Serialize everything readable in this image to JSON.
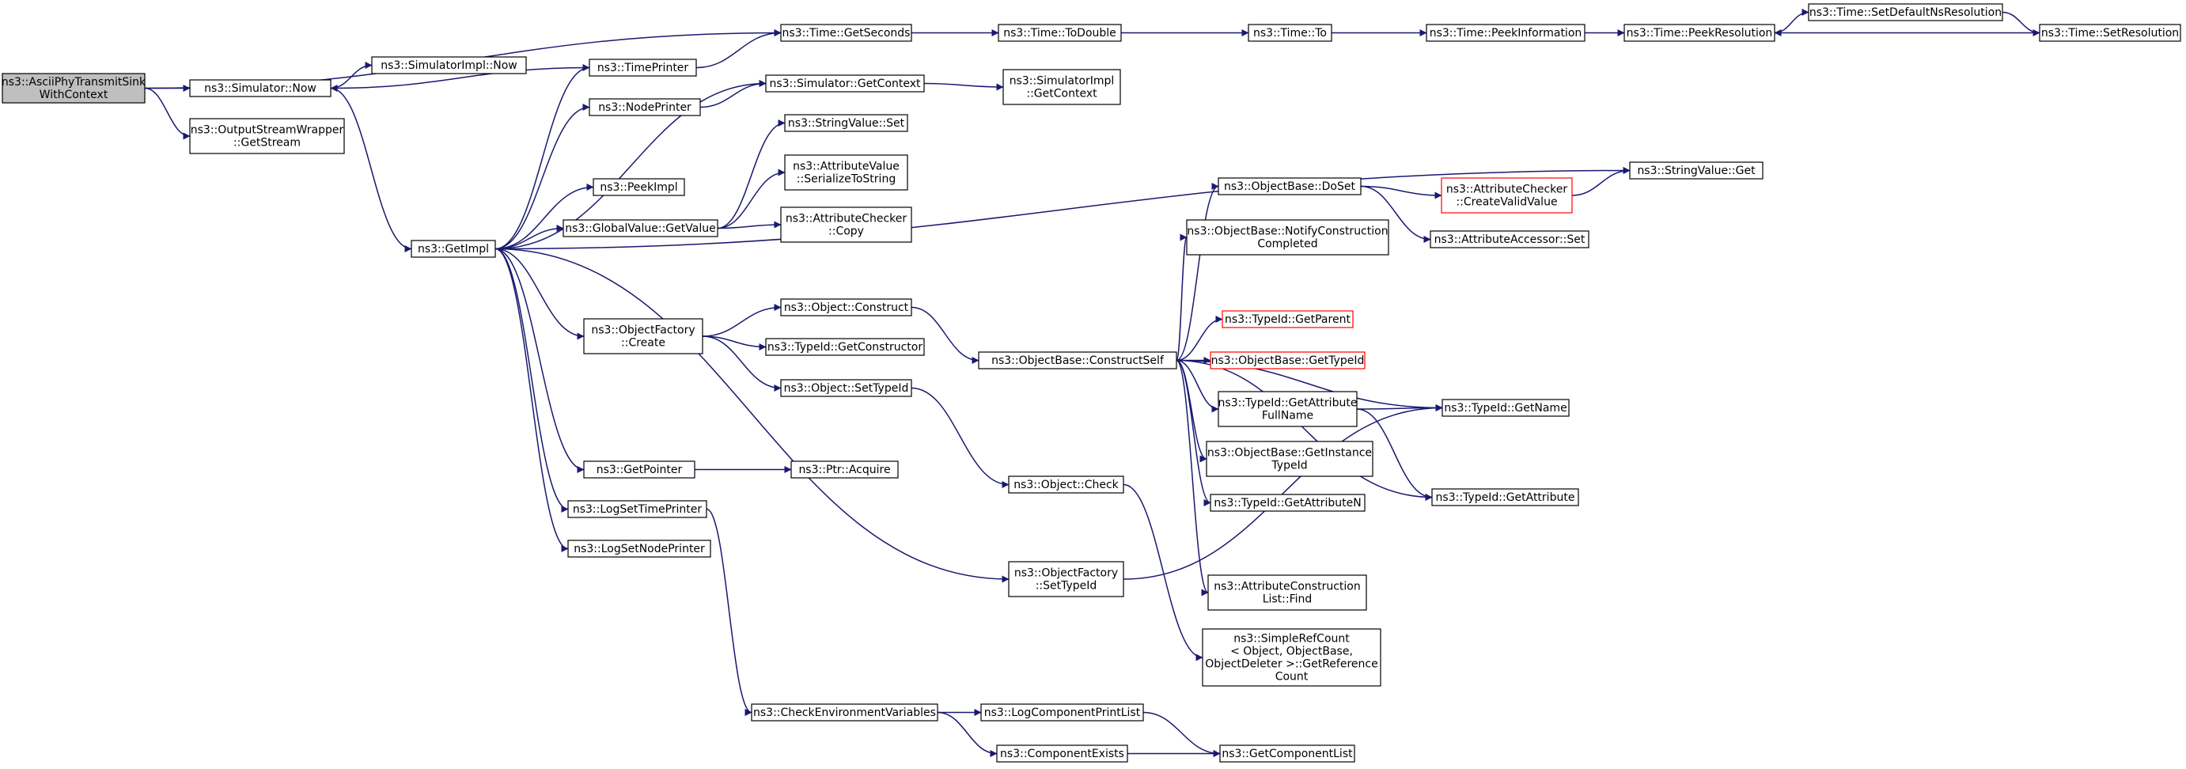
{
  "colors": {
    "edge": "#191970",
    "border": "#000000",
    "border_incomplete": "#ff0000",
    "fill": "#ffffff",
    "fill_root": "#bfbfbf",
    "text": "#000000"
  },
  "nodes": [
    {
      "id": "root",
      "lines": [
        "ns3::AsciiPhyTransmitSink",
        "WithContext"
      ],
      "root": true
    },
    {
      "id": "simnow",
      "lines": [
        "ns3::Simulator::Now"
      ]
    },
    {
      "id": "osw",
      "lines": [
        "ns3::OutputStreamWrapper",
        "::GetStream"
      ]
    },
    {
      "id": "simimplnow",
      "lines": [
        "ns3::SimulatorImpl::Now"
      ]
    },
    {
      "id": "getimpl",
      "lines": [
        "ns3::GetImpl"
      ]
    },
    {
      "id": "timeprinter",
      "lines": [
        "ns3::TimePrinter"
      ]
    },
    {
      "id": "nodeprinter",
      "lines": [
        "ns3::NodePrinter"
      ]
    },
    {
      "id": "peekimpl",
      "lines": [
        "ns3::PeekImpl"
      ]
    },
    {
      "id": "gvget",
      "lines": [
        "ns3::GlobalValue::GetValue"
      ]
    },
    {
      "id": "ofcreate",
      "lines": [
        "ns3::ObjectFactory",
        "::Create"
      ]
    },
    {
      "id": "getpointer",
      "lines": [
        "ns3::GetPointer"
      ]
    },
    {
      "id": "logsettime",
      "lines": [
        "ns3::LogSetTimePrinter"
      ]
    },
    {
      "id": "logsetnode",
      "lines": [
        "ns3::LogSetNodePrinter"
      ]
    },
    {
      "id": "getseconds",
      "lines": [
        "ns3::Time::GetSeconds"
      ]
    },
    {
      "id": "todouble",
      "lines": [
        "ns3::Time::ToDouble"
      ]
    },
    {
      "id": "to",
      "lines": [
        "ns3::Time::To"
      ]
    },
    {
      "id": "peekinfo",
      "lines": [
        "ns3::Time::PeekInformation"
      ]
    },
    {
      "id": "peekres",
      "lines": [
        "ns3::Time::PeekResolution"
      ]
    },
    {
      "id": "setdefres",
      "lines": [
        "ns3::Time::SetDefaultNsResolution"
      ]
    },
    {
      "id": "setres",
      "lines": [
        "ns3::Time::SetResolution"
      ]
    },
    {
      "id": "simgetctx",
      "lines": [
        "ns3::Simulator::GetContext"
      ]
    },
    {
      "id": "simimplctx",
      "lines": [
        "ns3::SimulatorImpl",
        "::GetContext"
      ]
    },
    {
      "id": "svset",
      "lines": [
        "ns3::StringValue::Set"
      ]
    },
    {
      "id": "avser",
      "lines": [
        "ns3::AttributeValue",
        "::SerializeToString"
      ]
    },
    {
      "id": "accopy",
      "lines": [
        "ns3::AttributeChecker",
        "::Copy"
      ]
    },
    {
      "id": "svget",
      "lines": [
        "ns3::StringValue::Get"
      ]
    },
    {
      "id": "objconstruct",
      "lines": [
        "ns3::Object::Construct"
      ]
    },
    {
      "id": "getctor",
      "lines": [
        "ns3::TypeId::GetConstructor"
      ]
    },
    {
      "id": "settypeid",
      "lines": [
        "ns3::Object::SetTypeId"
      ]
    },
    {
      "id": "ptracq",
      "lines": [
        "ns3::Ptr::Acquire"
      ]
    },
    {
      "id": "checkenv",
      "lines": [
        "ns3::CheckEnvironmentVariables"
      ]
    },
    {
      "id": "constructself",
      "lines": [
        "ns3::ObjectBase::ConstructSelf"
      ]
    },
    {
      "id": "objcheck",
      "lines": [
        "ns3::Object::Check"
      ]
    },
    {
      "id": "ofsettypeid",
      "lines": [
        "ns3::ObjectFactory",
        "::SetTypeId"
      ]
    },
    {
      "id": "logcompprint",
      "lines": [
        "ns3::LogComponentPrintList"
      ]
    },
    {
      "id": "compexists",
      "lines": [
        "ns3::ComponentExists"
      ]
    },
    {
      "id": "doset",
      "lines": [
        "ns3::ObjectBase::DoSet"
      ]
    },
    {
      "id": "notifyconst",
      "lines": [
        "ns3::ObjectBase::NotifyConstruction",
        "Completed"
      ]
    },
    {
      "id": "getparent",
      "lines": [
        "ns3::TypeId::GetParent"
      ],
      "incomplete": true
    },
    {
      "id": "obgettypeid",
      "lines": [
        "ns3::ObjectBase::GetTypeId"
      ],
      "incomplete": true
    },
    {
      "id": "getattrfull",
      "lines": [
        "ns3::TypeId::GetAttribute",
        "FullName"
      ]
    },
    {
      "id": "getinsttypeid",
      "lines": [
        "ns3::ObjectBase::GetInstance",
        "TypeId"
      ]
    },
    {
      "id": "getattrn",
      "lines": [
        "ns3::TypeId::GetAttributeN"
      ]
    },
    {
      "id": "acfind",
      "lines": [
        "ns3::AttributeConstruction",
        "List::Find"
      ]
    },
    {
      "id": "simplerefcount",
      "lines": [
        "ns3::SimpleRefCount",
        "< Object, ObjectBase,",
        "ObjectDeleter >::GetReference",
        "Count"
      ]
    },
    {
      "id": "acvalid",
      "lines": [
        "ns3::AttributeChecker",
        "::CreateValidValue"
      ],
      "incomplete": true
    },
    {
      "id": "aaset",
      "lines": [
        "ns3::AttributeAccessor::Set"
      ]
    },
    {
      "id": "getname",
      "lines": [
        "ns3::TypeId::GetName"
      ]
    },
    {
      "id": "getattr",
      "lines": [
        "ns3::TypeId::GetAttribute"
      ]
    },
    {
      "id": "getcomplist",
      "lines": [
        "ns3::GetComponentList"
      ]
    }
  ],
  "edges": [
    [
      "root",
      "getseconds"
    ],
    [
      "root",
      "simnow"
    ],
    [
      "root",
      "osw"
    ],
    [
      "simnow",
      "simimplnow"
    ],
    [
      "simnow",
      "getimpl"
    ],
    [
      "timeprinter",
      "simnow"
    ],
    [
      "timeprinter",
      "getseconds"
    ],
    [
      "getimpl",
      "timeprinter"
    ],
    [
      "getimpl",
      "nodeprinter"
    ],
    [
      "getimpl",
      "simgetctx"
    ],
    [
      "getimpl",
      "peekimpl"
    ],
    [
      "getimpl",
      "gvget"
    ],
    [
      "getimpl",
      "svget"
    ],
    [
      "getimpl",
      "ofcreate"
    ],
    [
      "getimpl",
      "ofsettypeid"
    ],
    [
      "getimpl",
      "getpointer"
    ],
    [
      "getimpl",
      "logsettime"
    ],
    [
      "getimpl",
      "logsetnode"
    ],
    [
      "getseconds",
      "todouble"
    ],
    [
      "todouble",
      "to"
    ],
    [
      "to",
      "peekinfo"
    ],
    [
      "peekinfo",
      "peekres"
    ],
    [
      "peekres",
      "setdefres"
    ],
    [
      "setdefres",
      "setres"
    ],
    [
      "setres",
      "peekres"
    ],
    [
      "nodeprinter",
      "simgetctx"
    ],
    [
      "simgetctx",
      "simimplctx"
    ],
    [
      "gvget",
      "svset"
    ],
    [
      "gvget",
      "avser"
    ],
    [
      "gvget",
      "accopy"
    ],
    [
      "ofcreate",
      "objconstruct"
    ],
    [
      "ofcreate",
      "getctor"
    ],
    [
      "ofcreate",
      "settypeid"
    ],
    [
      "objconstruct",
      "constructself"
    ],
    [
      "settypeid",
      "objcheck"
    ],
    [
      "getpointer",
      "ptracq"
    ],
    [
      "logsettime",
      "checkenv"
    ],
    [
      "checkenv",
      "logcompprint"
    ],
    [
      "checkenv",
      "compexists"
    ],
    [
      "logcompprint",
      "getcomplist"
    ],
    [
      "compexists",
      "getcomplist"
    ],
    [
      "objcheck",
      "simplerefcount"
    ],
    [
      "ofsettypeid",
      "getname"
    ],
    [
      "constructself",
      "doset"
    ],
    [
      "constructself",
      "notifyconst"
    ],
    [
      "constructself",
      "getname"
    ],
    [
      "constructself",
      "getparent"
    ],
    [
      "constructself",
      "obgettypeid"
    ],
    [
      "constructself",
      "getattrfull"
    ],
    [
      "constructself",
      "getinsttypeid"
    ],
    [
      "constructself",
      "getattrn"
    ],
    [
      "constructself",
      "getattr"
    ],
    [
      "constructself",
      "acfind"
    ],
    [
      "doset",
      "acvalid"
    ],
    [
      "doset",
      "aaset"
    ],
    [
      "acvalid",
      "svget"
    ],
    [
      "getattrfull",
      "getname"
    ],
    [
      "getattrfull",
      "getattr"
    ]
  ]
}
